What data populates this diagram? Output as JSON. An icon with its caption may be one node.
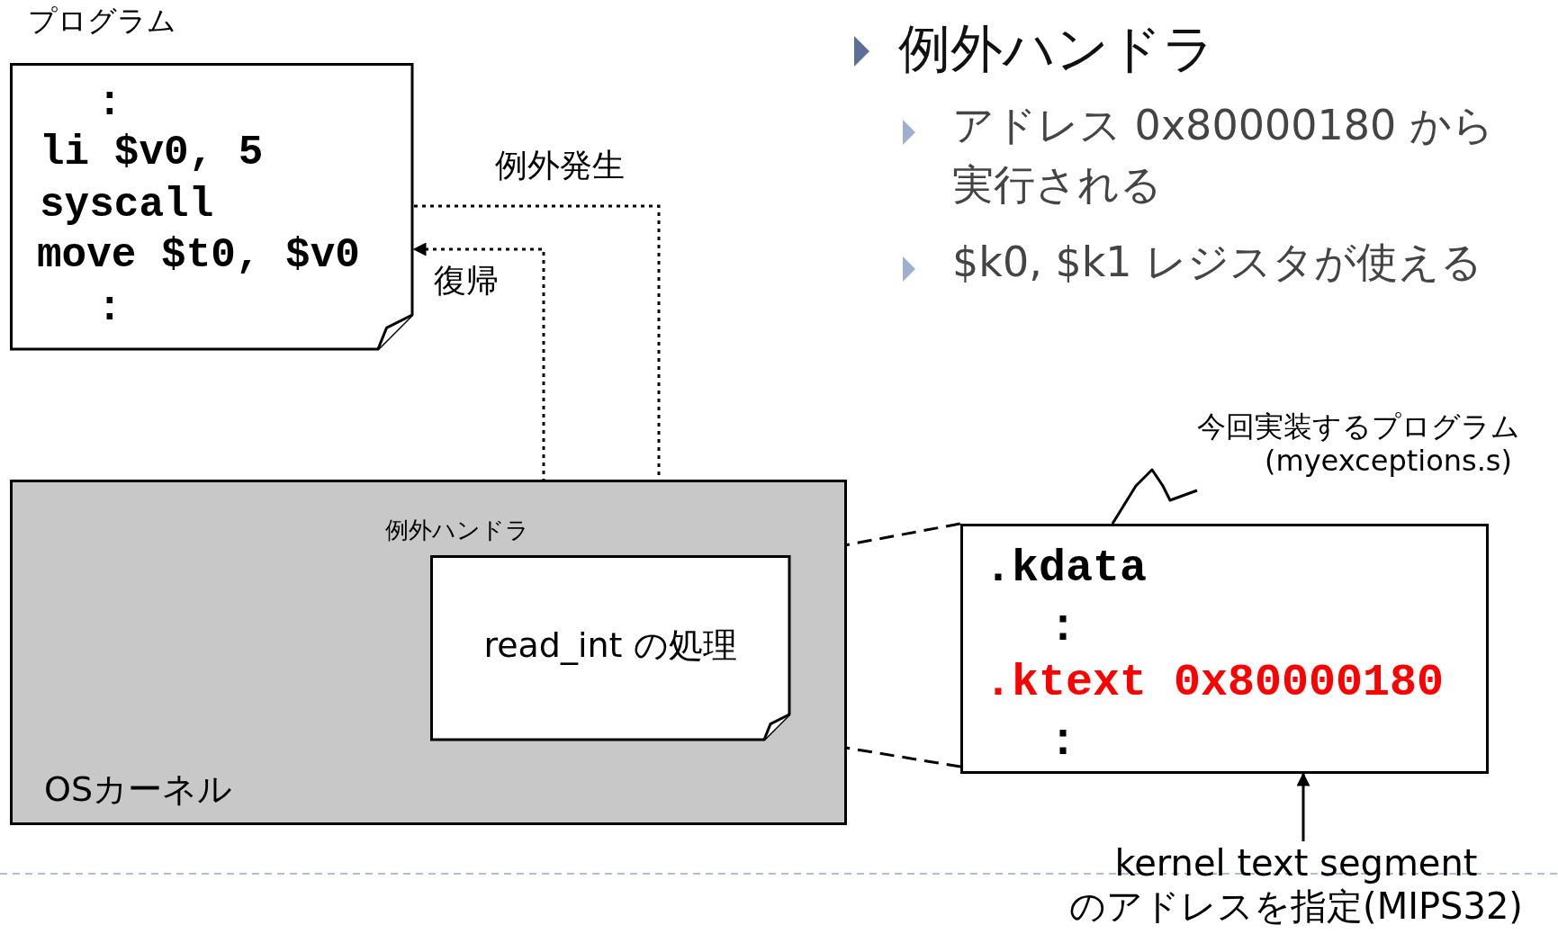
{
  "diagram": {
    "title": "例外ハンドラ",
    "nodes": [
      {
        "text": [
          "プログラム",
          ":",
          "li $v0, 5",
          "syscall",
          "move $t0, $v0",
          ":"
        ]
      },
      {
        "text": [
          "OSカーネル"
        ]
      },
      {
        "text": [
          "例外ハンドラ",
          "read_int の処理"
        ],
        "in": 1
      },
      {
        "text": [
          ".kdata",
          ":",
          ".ktext 0x80000180",
          ":"
        ]
      },
      {
        "text": [
          "今回実装するプログラム (myexceptions.s)"
        ]
      },
      {
        "text": [
          "kernel text segment のアドレスを指定(MIPS32)"
        ]
      }
    ],
    "edges": [
      {
        "from": 0,
        "to": 2,
        "arrow": "to",
        "label": "例外発生",
        "style": "dashed"
      },
      {
        "from": 2,
        "to": 0,
        "arrow": "to",
        "label": "復帰",
        "style": "dashed"
      },
      {
        "from": 2,
        "to": 3,
        "arrow": "none",
        "style": "dashed"
      },
      {
        "from": 2,
        "to": 3,
        "arrow": "none",
        "style": "dashed"
      },
      {
        "from": 4,
        "to": 3,
        "arrow": "none"
      },
      {
        "from": 5,
        "to": 3,
        "arrow": "to"
      }
    ],
    "labels": [
      "アドレス 0x80000180 から実行される",
      "$k0, $k1 レジスタが使える"
    ]
  }
}
